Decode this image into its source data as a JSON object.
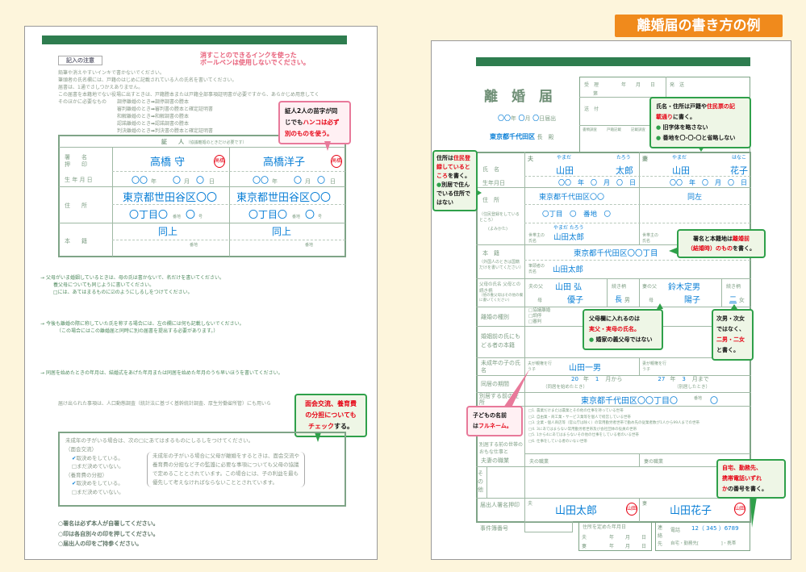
{
  "badge": "離婚届の書き方の例",
  "left": {
    "notes_heading": "記入の注意",
    "red_note": [
      "消すことのできるインクを使った",
      "ボールペンは使用しないでください。"
    ],
    "notes": [
      "鉛筆や消えやすいインキで書かないでください。",
      "筆頭者の氏名欄には、戸籍のはじめに記載されている人の氏名を書いてください。",
      "届書は、1通でさしつかえありません。",
      "この届書を本籍地でない役場に出すときは、戸籍謄本または戸籍全部事項証明書が必要ですから、あらかじめ用意してく"
    ],
    "needs_label": "そのほかに必要なもの",
    "needs": [
      "調停離婚のとき➡調停調書の謄本",
      "審判離婚のとき➡審判書の謄本と確定証明書",
      "和解離婚のとき➡和解調書の謄本",
      "認諾離婚のとき➡認諾調書の謄本",
      "判決離婚のとき➡判決書の謄本と確定証明書"
    ],
    "callout_witness": {
      "l1": "証人2人の苗字が同",
      "l2a": "じでも",
      "l2b": "ハンコは必ず",
      "l3": "別のものを使う。"
    },
    "witness": {
      "header": "証　　人",
      "header_note": "（協議離婚のときだけ必要です）",
      "labels": {
        "sign": "署　　名",
        "seal": "押　　印",
        "birth": "生 年 月 日",
        "addr": "住　　所",
        "honseki": "本　　籍",
        "banchi": "番地",
        "ban": "番",
        "go": "号",
        "year": "年",
        "month": "月",
        "day": "日"
      },
      "people": [
        {
          "name": "高橋 守",
          "seal": "高橋",
          "birth_y": "〇〇",
          "birth_m": "〇",
          "birth_d": "〇",
          "addr1": "東京都世田谷区〇〇",
          "addr2": "〇丁目〇",
          "addr3": "〇",
          "honseki": "同上"
        },
        {
          "name": "高橋洋子",
          "seal": "高橋",
          "birth_y": "〇〇",
          "birth_m": "〇",
          "birth_d": "〇",
          "addr1": "東京都世田谷区〇〇",
          "addr2": "〇丁目〇",
          "addr3": "〇",
          "honseki": "同上"
        }
      ]
    },
    "arrow_notes": [
      [
        "父母がいま婚姻しているときは、母の氏は書かないで、名だけを書いてください。",
        "養父母についても同じように書いてください。",
        "□には、あてはまるものに☑のようにしるしをつけてください。"
      ],
      [
        "今後も離婚の際に称していた氏を称する場合には、左の欄には何も記載しないでください。",
        "（この場合にはこの離婚届と同時に別の届書を提出する必要があります。）"
      ],
      [
        "同居を始めたときの年月は、結婚式をあげた年月または同居を始めた年月のうち早いほうを書いてください。"
      ]
    ],
    "stat_note": "届け出られた事項は、人口動態調査（統計法に基づく基幹統計調査、厚生労働省所管）にも用いら",
    "callout_custody": {
      "l1": "面会交流、養育費",
      "l2": "の分担についても",
      "l3a": "チェック",
      "l3b": "する。"
    },
    "minor_box": {
      "intro": "未成年の子がいる場合は、次の□にあてはまるものにしるしをつけてください。",
      "visit": "（面会交流）",
      "visit_yes": "取決めをしている。",
      "visit_no": "まだ決めていない。",
      "support": "（養育費の分担）",
      "support_yes": "取決めをしている。",
      "support_no": "まだ決めていない。",
      "explain": [
        "未成年の子がいる場合に父母が離婚をするときは、面会交流や",
        "養育費の分担など子の監護に必要な事項についても父母の協議",
        "で定めることとされています。この場合には、子の利益を最も",
        "優先して考えなければならないこととされています。"
      ]
    },
    "bottom_notes": [
      "○署名は必ず本人が自署してください。",
      "○印は各自別々の印を押してください。",
      "○届出人の印をご持参ください。"
    ]
  },
  "right": {
    "title": "離　婚　届",
    "date_line": {
      "y": "〇〇",
      "y_l": "年",
      "m": "〇",
      "m_l": "月",
      "d": "〇",
      "d_l": "日届出"
    },
    "addressee": {
      "city": "東京都千代田区",
      "suffix": "長　殿"
    },
    "reception": {
      "juri": "受　理",
      "hasso": "発　送",
      "soufu": "送　付",
      "dai": "第",
      "go": "号",
      "ymd": "年　　月　　日",
      "cols": [
        "書類調査",
        "戸籍記載",
        "記載調査"
      ]
    },
    "callout_name": {
      "l1a": "氏名・住所は戸籍や",
      "l1b": "住民票の記",
      "l2a": "載通り",
      "l2b": "に書く。",
      "b1": "旧字体を略さない",
      "b2": "番地を〇-〇-〇と省略しない"
    },
    "callout_addr": {
      "l1a": "住所は",
      "l1b": "住民登録して",
      "l2a": "いるところ",
      "l2b": "を書く。",
      "b1": "別居で住んでいる",
      "b2": "住所ではない"
    },
    "labels": {
      "name": "氏　名",
      "birth": "生年月日",
      "addr": "住　所",
      "addr_note": "（住民登録をしているところ）",
      "furigana": "(よみかた)",
      "husband": "夫",
      "wife": "妻",
      "shi": "氏",
      "mei": "名",
      "setainushi": "世帯主の氏名",
      "honseki": "本　籍",
      "honseki_note": "（外国人のときは国籍だけを書いてください）",
      "hittousha": "筆頭者の氏名",
      "parents": "父母の氏名 父母との続き柄",
      "parents_note": "（他の養父母はその他の欄に書いてください）",
      "zokugara": "続き柄",
      "f_father": "夫の父",
      "f_mother": "母",
      "w_father": "妻の父",
      "w_mother": "母",
      "divorce_type": "離婚の種別",
      "prior_name": "婚姻前の氏にもどる者の本籍",
      "minor": "未成年の子の氏名",
      "h_custody": "夫が親権を行う子",
      "w_custody": "妻が親権を行う子",
      "cohab": "同居の期間",
      "cohab_start": "（同居を始めたとき）",
      "cohab_end": "（別居したとき）",
      "kara": "月から",
      "made": "月まで",
      "prior_addr": "別居する前の住所",
      "household_work": "別居する前の世帯のおもな仕事と",
      "occupation": "夫妻の職業",
      "h_job": "夫の職業",
      "w_job": "妻の職業",
      "other": "その他",
      "applicant": "届出人署名押印",
      "case_no": "事件簿番号",
      "kyogi": "□協議離婚",
      "chotei": "□調停",
      "shinpan": "□審判",
      "year": "年",
      "month": "月",
      "day": "日"
    },
    "husband": {
      "yomi_shi": "やまだ",
      "yomi_mei": "たろう",
      "shi": "山田",
      "mei": "太郎",
      "birth": "〇〇　年　〇　月　〇　日",
      "addr1": "東京都千代田区〇〇",
      "addr2": "〇丁目　〇　番地　〇",
      "setai_yomi": "やまだ たろう",
      "setai": "山田太郎",
      "father": "山田 弘",
      "mother": "優子",
      "zoku": "長",
      "zoku2": "男"
    },
    "wife": {
      "yomi_shi": "やまだ",
      "yomi_mei": "はなこ",
      "shi": "山田",
      "mei": "花子",
      "birth": "〇〇　年　〇　月　〇　日",
      "addr1": "同左",
      "father": "鈴木定男",
      "mother": "陽子",
      "zoku": "二",
      "zoku2": "女"
    },
    "honseki": "東京都千代田区〇〇丁目",
    "hittousha": "山田太郎",
    "callout_honseki": {
      "l1a": "署名と本籍地は",
      "l1b": "離婚前",
      "l2a": "（結婚時）のもの",
      "l2b": "を書く。"
    },
    "callout_parents": {
      "l1": "父母欄に入れるのは",
      "l2": "実父・実母の氏名。",
      "b1": "婚家の義父母ではない"
    },
    "callout_zoku": {
      "l1": "次男・次女",
      "l2": "ではなく、",
      "l3": "二男・二女",
      "l4": "と書く。"
    },
    "child": "山田一男",
    "callout_child": {
      "l1": "子どもの名前",
      "l2a": "は",
      "l2b": "フルネーム。"
    },
    "cohab": {
      "start_y": "20",
      "start_m": "1",
      "end_y": "27",
      "end_m": "3"
    },
    "prior_addr": {
      "main": "東京都千代田区〇〇丁目〇",
      "go": "〇"
    },
    "work_items": [
      "□1. 農業だけまたは農業とその他の仕事を持っている世帯",
      "□2. 自由業・商工業・サービス業等を個人で経営している世帯",
      "□3. 企業・個人商店等（官公庁は除く）の常用勤労者世帯で勤め先の従業者数が1人から99人までの世帯",
      "□4. 3にあてはまらない常用勤労者世帯及び会社団体の役員の世帯",
      "□5. 1から4にあてはまらないその他の仕事をしている者のいる世帯",
      "□6. 仕事をしている者のいない世帯"
    ],
    "signer_h": "山田太郎",
    "signer_w": "山田花子",
    "seal": "山田",
    "moved": {
      "title": "住所を定めた年月日",
      "h": "夫",
      "w": "妻"
    },
    "contact": {
      "label": "連絡先",
      "tel": "電話",
      "tel_no": "12（ 345 ）6789",
      "kind": "自宅・勤務先[　　　　　]・携帯"
    },
    "callout_phone": {
      "l1": "自宅、勤務先、",
      "l2": "携帯電話いずれ",
      "l3a": "か",
      "l3b": "の番号を書く。"
    }
  }
}
